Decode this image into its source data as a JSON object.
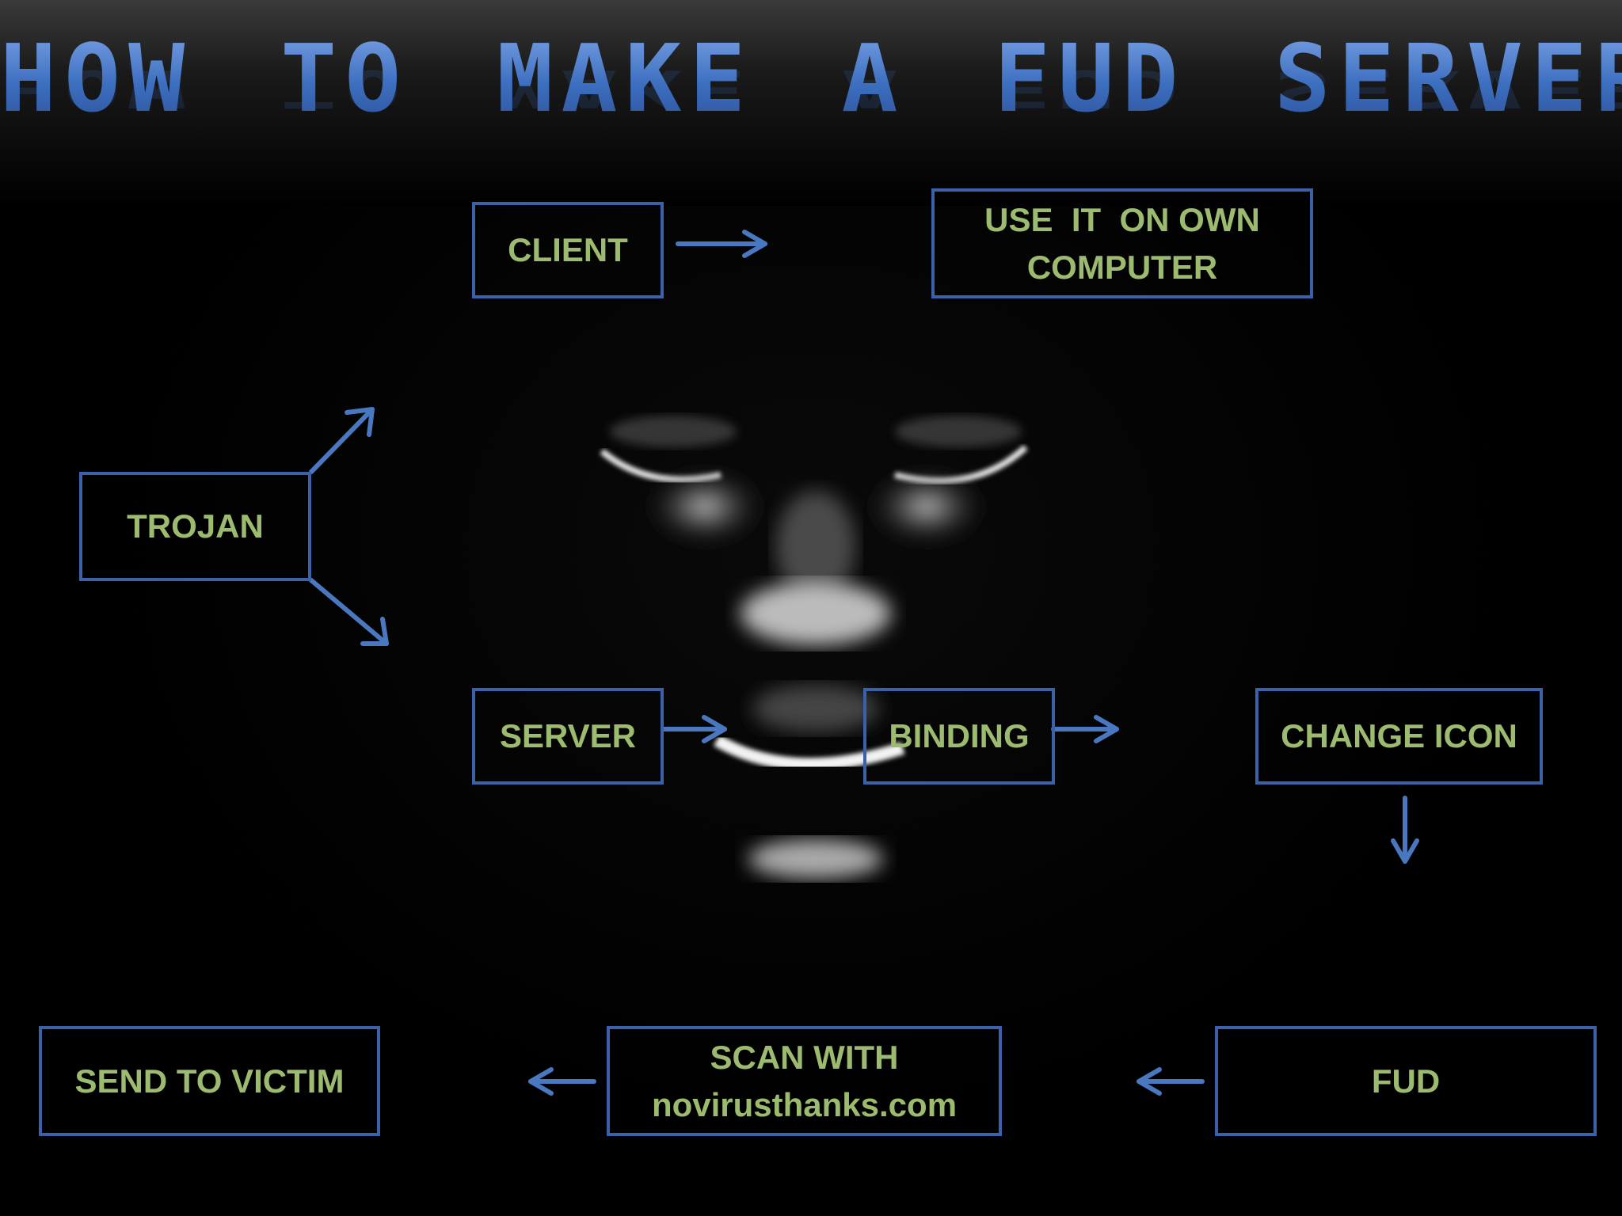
{
  "title": "HOW TO MAKE A FUD SERVER",
  "colors": {
    "box_border": "#3b62a8",
    "box_text": "#9dbb6e",
    "arrow": "#4a78c0",
    "title": "#3d6fc0"
  },
  "nodes": {
    "client": "CLIENT",
    "use_own_line1": "USE  IT  ON OWN",
    "use_own_line2": "COMPUTER",
    "trojan": "TROJAN",
    "server": "SERVER",
    "binding": "BINDING",
    "change_icon": "CHANGE ICON",
    "fud": "FUD",
    "scan_line1": "SCAN WITH",
    "scan_line2": "novirusthanks.com",
    "send": "SEND TO VICTIM"
  },
  "edges": [
    {
      "from": "trojan",
      "to": "client"
    },
    {
      "from": "trojan",
      "to": "server"
    },
    {
      "from": "client",
      "to": "use_own"
    },
    {
      "from": "server",
      "to": "binding"
    },
    {
      "from": "binding",
      "to": "change_icon"
    },
    {
      "from": "change_icon",
      "to": "fud"
    },
    {
      "from": "fud",
      "to": "scan"
    },
    {
      "from": "scan",
      "to": "send"
    }
  ]
}
